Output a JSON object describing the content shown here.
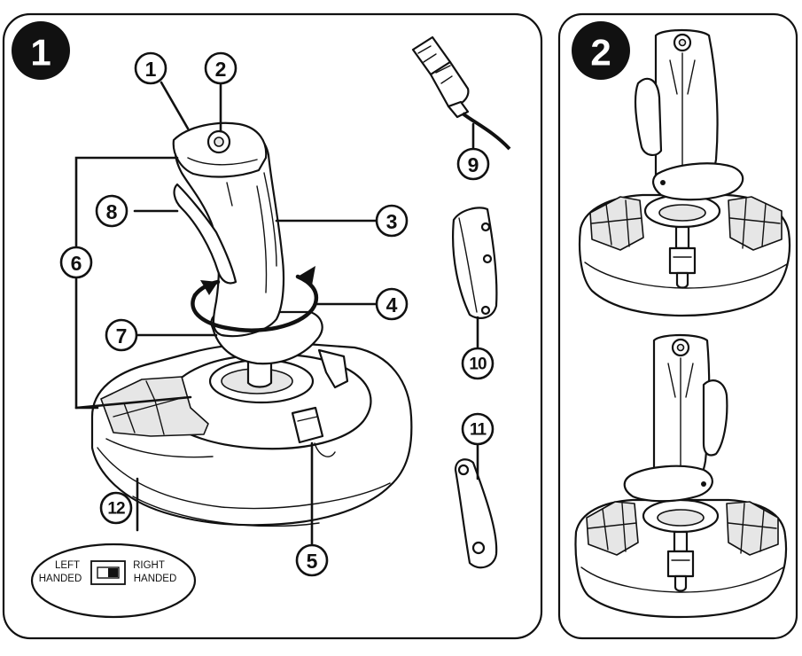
{
  "panels": [
    {
      "badge": "1"
    },
    {
      "badge": "2"
    }
  ],
  "callouts": [
    "1",
    "2",
    "3",
    "4",
    "5",
    "6",
    "7",
    "8",
    "9",
    "10",
    "11",
    "12"
  ],
  "handedness_switch": {
    "left_line1": "LEFT",
    "left_line2": "HANDED",
    "right_line1": "RIGHT",
    "right_line2": "HANDED"
  }
}
